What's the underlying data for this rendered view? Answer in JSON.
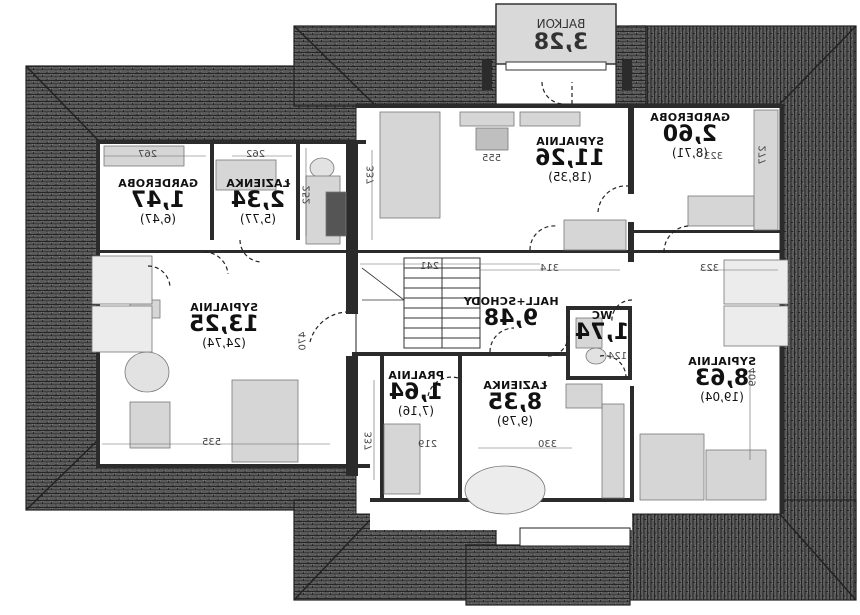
{
  "rooms": {
    "balkon": {
      "name": "BALKON",
      "area": "3,28"
    },
    "garderoba_right": {
      "name": "GARDEROBA",
      "area": "2,60",
      "area_total": "(8,71)"
    },
    "sypialnia_top": {
      "name": "SYPIALNIA",
      "area": "11,26",
      "area_total": "(18,35)"
    },
    "garderoba_left": {
      "name": "GARDEROBA",
      "area": "1,47",
      "area_total": "(6,47)"
    },
    "lazienka_small": {
      "name": "ŁAZIENKA",
      "area": "2,34",
      "area_total": "(5,77)"
    },
    "sypialnia_left": {
      "name": "SYPIALNIA",
      "area": "13,25",
      "area_total": "(24,74)"
    },
    "hall": {
      "name": "HALL+SCHODY",
      "area": "9,48"
    },
    "wc": {
      "name": "WC",
      "area": "1,74"
    },
    "sypialnia_right": {
      "name": "SYPIALNIA",
      "area": "8,63",
      "area_total": "(19,04)"
    },
    "pralnia": {
      "name": "PRALNIA",
      "area": "1,64",
      "area_total": "(7,16)"
    },
    "lazienka_main": {
      "name": "ŁAZIENKA",
      "area": "8,35",
      "area_total": "(9,79)"
    }
  },
  "dimensions": {
    "d267": "267",
    "d262": "262",
    "d252": "252",
    "d337a": "337",
    "d555": "555",
    "d323a": "323",
    "d277": "277",
    "d241": "241",
    "d314": "314",
    "d323b": "323",
    "d470": "470",
    "d124": "124",
    "d535": "535",
    "d219": "219",
    "d330": "330",
    "d337b": "337",
    "d409": "409"
  }
}
